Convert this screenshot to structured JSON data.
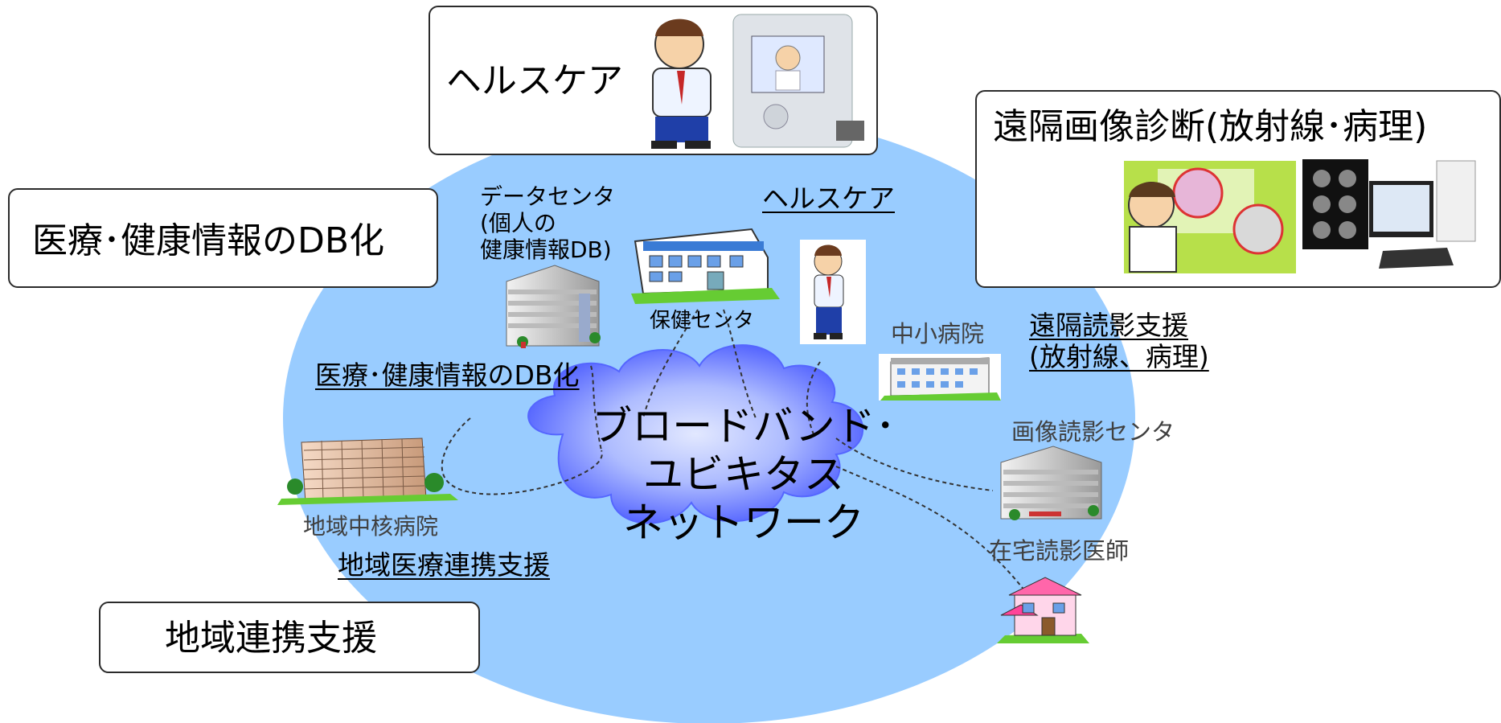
{
  "callouts": {
    "healthcare": "ヘルスケア",
    "remote_imaging": "遠隔画像診断(放射線･病理)",
    "db": "医療･健康情報のDB化",
    "regional": "地域連携支援"
  },
  "network": {
    "line1": "ブロードバンド･",
    "line2": "ユビキタス",
    "line3": "ネットワーク"
  },
  "facilities": {
    "data_center": [
      "データセンタ",
      "(個人の",
      "健康情報DB)"
    ],
    "health_center": "保健センタ",
    "small_hospital": "中小病院",
    "imaging_center": "画像読影センタ",
    "home_reader": "在宅読影医師",
    "regional_hospital": "地域中核病院"
  },
  "services": {
    "healthcare": "ヘルスケア",
    "remote_reading": [
      "遠隔読影支援",
      "(放射線、病理)"
    ],
    "db": "医療･健康情報のDB化",
    "regional_support": "地域医療連携支援"
  },
  "colors": {
    "ellipse": "#99CCFF",
    "cloud_light": "#c9d4ff",
    "cloud_dark": "#3344ff",
    "building_gray": "#d8d8d8",
    "tower_tan": "#e6c3a8",
    "house_pink": "#ff66aa",
    "grass": "#66cc33"
  },
  "icons": [
    "man-at-videophone-icon",
    "doctor-with-monitors-icon",
    "office-building-icon",
    "hospital-building-icon",
    "tower-building-icon",
    "house-icon",
    "man-icon"
  ]
}
